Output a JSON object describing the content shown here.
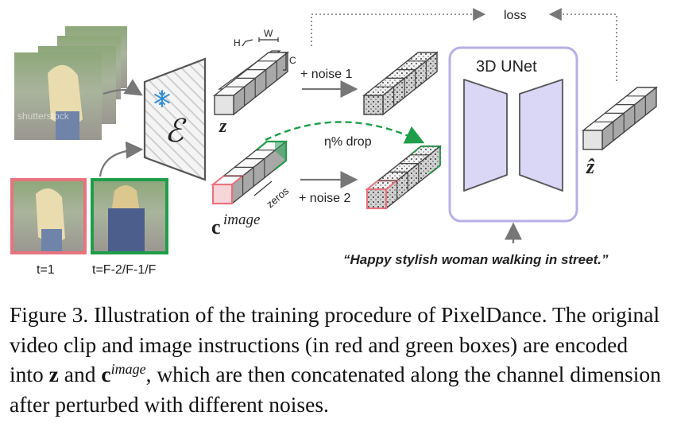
{
  "diagram": {
    "loss_label": "loss",
    "encoder_symbol": "ℰ",
    "latent_label": "z",
    "dim_h": "H",
    "dim_w": "W",
    "dim_c": "C",
    "noise1_label": "+ noise 1",
    "noise2_label": "+ noise 2",
    "drop_label": "η% drop",
    "zeros_label": "zeros",
    "cimage_base": "c",
    "cimage_sup": "image",
    "unet_label": "3D UNet",
    "zhat_label": "ẑ",
    "prompt": "“Happy stylish woman walking in street.”",
    "frame_label_first": "t=1",
    "frame_label_last": "t=F-2/F-1/F",
    "watermark": "shutterstock",
    "colors": {
      "red_box": "#e8737e",
      "green_box": "#1f9e4a",
      "unet_border": "#b9aee6",
      "unet_fill": "#d9d6f6",
      "cube_top": "#fafafa",
      "cube_side": "#a8a8a8",
      "dotted_cube_top": "#e8e8e8"
    }
  },
  "caption": {
    "prefix": "Figure 3. Illustration of the training procedure of PixelDance. The original video clip and image instructions (in red and green boxes) are encoded into ",
    "z": "z",
    "and": " and ",
    "c": "c",
    "sup": "image",
    "suffix": ", which are then concatenated along the channel dimension after perturbed with different noises."
  }
}
